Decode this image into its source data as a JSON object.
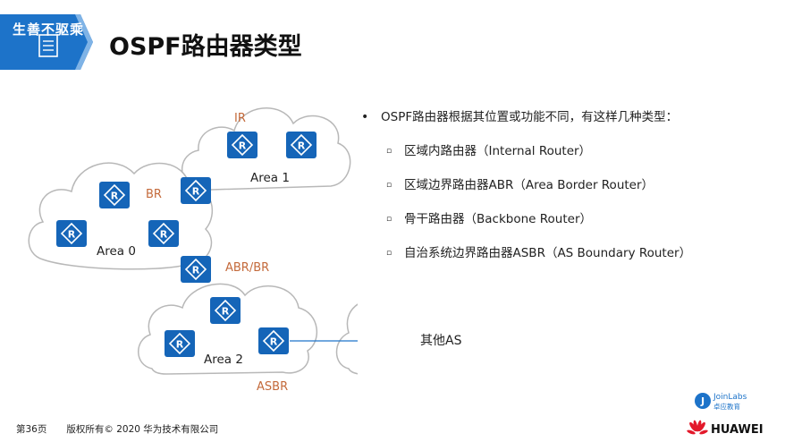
{
  "slide": {
    "brand_text": "生善不驱乘",
    "title": "OSPF路由器类型"
  },
  "diagram": {
    "areas": [
      "Area 1",
      "Area 0",
      "Area 2"
    ],
    "other_as": "其他AS",
    "labels": [
      "IR",
      "BR",
      "ABR/BR",
      "ASBR"
    ],
    "router_glyph": "R"
  },
  "bullets": {
    "intro": "OSPF路由器根据其位置或功能不同，有这样几种类型：",
    "items": [
      "区域内路由器（Internal Router）",
      "区域边界路由器ABR（Area Border Router）",
      "骨干路由器（Backbone Router）",
      "自治系统边界路由器ASBR（AS Boundary Router）"
    ],
    "marker": "▫"
  },
  "footer": {
    "page": "第36页",
    "copyright": "版权所有© 2020 华为技术有限公司"
  },
  "logos": {
    "joinlabs_name": "JoinLabs",
    "joinlabs_sub": "卓应教育",
    "huawei": "HUAWEI"
  },
  "colors": {
    "accent_blue": "#1d73c9",
    "router_blue": "#1565b8",
    "label_orange": "#c46a3b",
    "huawei_red": "#e3192b"
  }
}
